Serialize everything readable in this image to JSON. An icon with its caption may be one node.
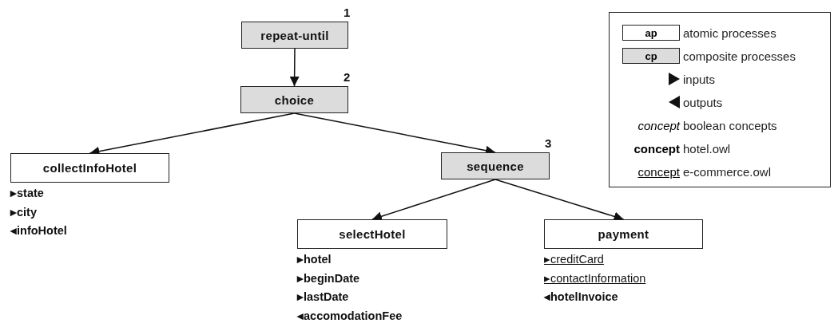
{
  "diagram": {
    "nodes": [
      {
        "text": [
          "repeat-until"
        ],
        "beside": [
          "1"
        ]
      },
      {
        "text": [
          "choice"
        ],
        "beside": [
          "2"
        ]
      },
      {
        "text": [
          "collectInfoHotel"
        ],
        "beside": [
          "▸state",
          "▸city",
          "◂infoHotel"
        ]
      },
      {
        "text": [
          "sequence"
        ],
        "beside": [
          "3"
        ]
      },
      {
        "text": [
          "selectHotel"
        ],
        "beside": [
          "▸hotel",
          "▸beginDate",
          "▸lastDate",
          "◂accomodationFee"
        ]
      },
      {
        "text": [
          "payment"
        ],
        "beside": [
          "▸creditCard",
          "▸contactInformation",
          "◂hotelInvoice"
        ]
      }
    ],
    "edges": [
      {
        "from": 0,
        "to": 1,
        "arrow": "to"
      },
      {
        "from": 1,
        "to": 2,
        "arrow": "to"
      },
      {
        "from": 1,
        "to": 3,
        "arrow": "to"
      },
      {
        "from": 3,
        "to": 4,
        "arrow": "to"
      },
      {
        "from": 3,
        "to": 5,
        "arrow": "to"
      }
    ],
    "labels": [
      "ap",
      "cp",
      "concept",
      "concept",
      "concept"
    ],
    "legend": [
      {
        "text": "atomic processes"
      },
      {
        "text": "composite processes"
      },
      {
        "text": "inputs"
      },
      {
        "text": "outputs"
      },
      {
        "text": "boolean concepts"
      },
      {
        "text": "hotel.owl"
      },
      {
        "text": "e-commerce.owl"
      }
    ]
  }
}
